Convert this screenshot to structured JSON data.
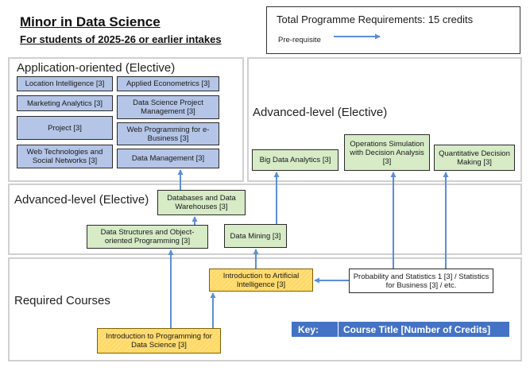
{
  "header": {
    "title": "Minor in Data Science",
    "subtitle": "For students of 2025-26 or earlier intakes"
  },
  "requirements": {
    "total": "Total Programme Requirements: 15 credits",
    "prereq_label": "Pre-requisite"
  },
  "sections": {
    "application": "Application-oriented (Elective)",
    "advanced_top": "Advanced-level (Elective)",
    "advanced_mid": "Advanced-level (Elective)",
    "required": "Required Courses"
  },
  "courses": {
    "location_intelligence": "Location Intelligence [3]",
    "applied_econometrics": "Applied Econometrics [3]",
    "marketing_analytics": "Marketing Analytics [3]",
    "ds_project_mgmt": "Data Science Project Management [3]",
    "project": "Project [3]",
    "web_programming": "Web Programming for e-Business [3]",
    "web_tech": "Web Technologies and Social Networks [3]",
    "data_management": "Data Management [3]",
    "big_data": "Big Data Analytics [3]",
    "operations_sim": "Operations Simulation with Decision Analysis [3]",
    "quant_decision": "Quantitative Decision Making [3]",
    "databases": "Databases and Data Warehouses [3]",
    "data_structures": "Data Structures and Object-oriented Programming [3]",
    "data_mining": "Data Mining [3]",
    "intro_ai": "Introduction to Artificial Intelligence [3]",
    "prob_stats": "Probability and Statistics 1 [3] / Statistics for Business [3] / etc.",
    "intro_programming": "Introduction to Programming for Data Science [3]"
  },
  "key": {
    "label": "Key:",
    "text": "Course Title [Number of Credits]"
  },
  "colors": {
    "arrow": "#5b8fd4",
    "application_box": "#b4c5e7",
    "advanced_box": "#d6ebc6",
    "required_box": "#ffd966",
    "key_bg": "#4472c4"
  }
}
